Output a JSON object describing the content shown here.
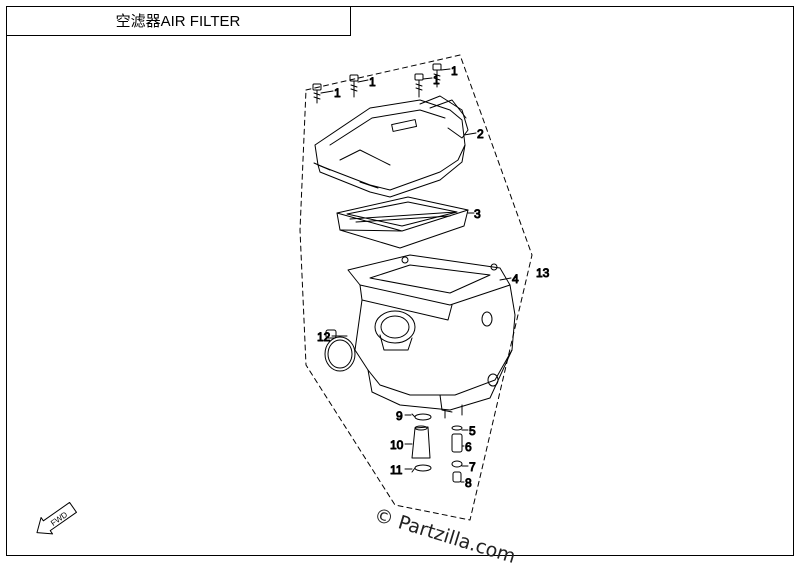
{
  "title": "空滤器AIR FILTER",
  "watermark": "© Partzilla.com",
  "fwd_label": "FWD",
  "callouts": {
    "c1a": "1",
    "c1b": "1",
    "c1c": "1",
    "c1d": "1",
    "c2": "2",
    "c3": "3",
    "c4": "4",
    "c5": "5",
    "c6": "6",
    "c7": "7",
    "c8": "8",
    "c9": "9",
    "c10": "10",
    "c11": "11",
    "c12": "12",
    "c13": "13"
  },
  "colors": {
    "line": "#000000",
    "background": "#ffffff"
  }
}
